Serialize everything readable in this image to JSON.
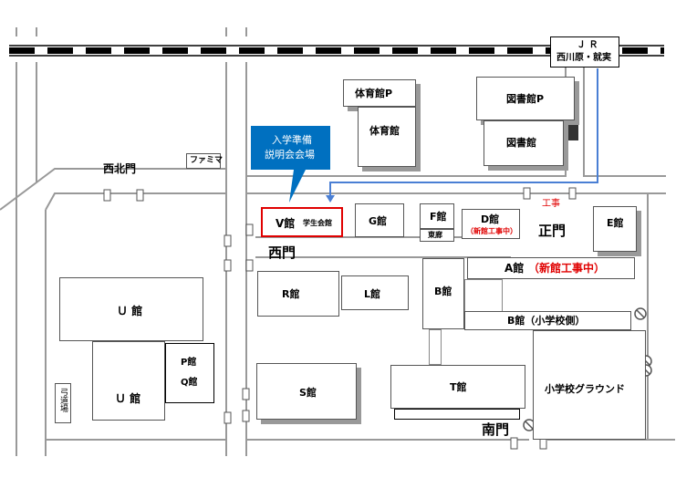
{
  "colors": {
    "accent_red": "#e00000",
    "route_blue": "#4a7fd4",
    "callout_blue": "#0070c0",
    "road_gray": "#999999"
  },
  "station": {
    "line1": "Ｊ Ｒ",
    "line2": "西川原・就実"
  },
  "callout": {
    "line1": "入学準備",
    "line2": "説明会会場"
  },
  "gates": {
    "northwest": "西北門",
    "west": "西門",
    "main": "正門",
    "south": "南門"
  },
  "shop": "ファミマ",
  "construction_top": "工事",
  "buildings": {
    "gym_p": "体育館P",
    "gym": "体育館",
    "library_p": "図書館P",
    "library": "図書館",
    "v_main": "V館",
    "v_sub": "学生会館",
    "g": "G館",
    "f": "F館",
    "east_wing": "東廊",
    "d": "D館",
    "d_note": "（新館工事中）",
    "e": "E館",
    "a": "A館",
    "a_note": "（新館工事中）",
    "r": "R館",
    "l": "L館",
    "b": "B館",
    "b_elem": "B館（小学校側）",
    "u_top": "Ｕ 館",
    "u_bottom": "Ｕ 館",
    "p": "P館",
    "q": "Q館",
    "archery": "弓道場",
    "s": "S館",
    "t": "T館",
    "ground": "小学校グラウンド"
  }
}
